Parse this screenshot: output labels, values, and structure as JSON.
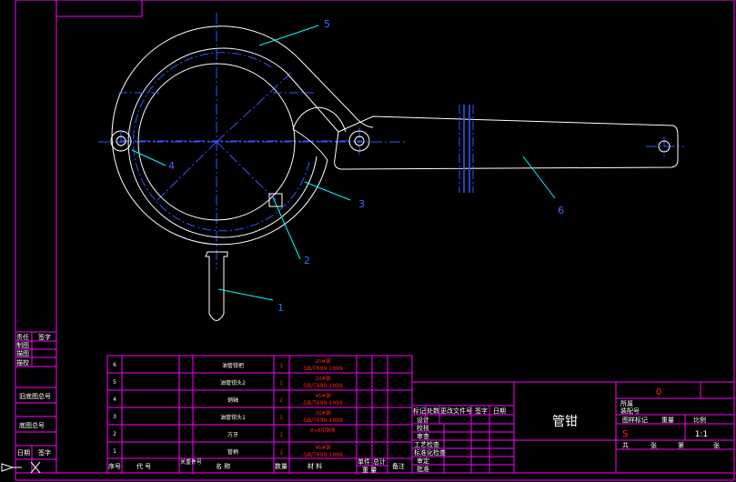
{
  "drawing": {
    "title": "管钳",
    "sheet_mark": "0",
    "stage_mark": "S",
    "scale": "1:1",
    "callouts": [
      "1",
      "2",
      "3",
      "4",
      "5",
      "6"
    ]
  },
  "colors": {
    "frame": "#ff00ff",
    "part": "#ffffff",
    "center": "#3355ff",
    "leader": "#00ffff",
    "callout_text": "#4466ff",
    "red": "#ff2222",
    "bg": "#000000"
  },
  "left_sidebar": {
    "rows": [
      "责任",
      "签字",
      "制图",
      "描图",
      "描校",
      "旧底图总号",
      "底图总号",
      "日期",
      "签字"
    ]
  },
  "bom": {
    "headers": {
      "seq": "序号",
      "code": "代 号",
      "association": "关重件号",
      "name": "名 称",
      "qty": "数量",
      "material": "材 料",
      "unit": "单件",
      "total": "总计",
      "weight": "重 量",
      "note": "备注"
    },
    "rows": [
      {
        "seq": "6",
        "name": "油管钳把",
        "qty": "1",
        "mat1": "20#钢",
        "mat2": "GB/T699-1999"
      },
      {
        "seq": "5",
        "name": "油管钳头2",
        "qty": "1",
        "mat1": "20#钢",
        "mat2": "GB/T699-1999"
      },
      {
        "seq": "4",
        "name": "销轴",
        "qty": "2",
        "mat1": "45#钢",
        "mat2": "GB/T699-1999"
      },
      {
        "seq": "3",
        "name": "油管钳头1",
        "qty": "1",
        "mat1": "20#钢",
        "mat2": "GB/T699-1999"
      },
      {
        "seq": "2",
        "name": "方牙",
        "qty": "1",
        "mat1": "8×8扣钢条",
        "mat2": ""
      },
      {
        "seq": "1",
        "name": "管柄",
        "qty": "1",
        "mat1": "45#钢",
        "mat2": "GB/T699-1999"
      }
    ]
  },
  "title_block": {
    "rev_headers": [
      "标记",
      "处数",
      "更改文件号",
      "签字",
      "日期"
    ],
    "roles": [
      "设计",
      "校核",
      "审查",
      "工艺检查",
      "标准化检查",
      "审定",
      "批准"
    ],
    "fields": {
      "belong": "所属",
      "assembly": "装配号",
      "stage": "图样标记",
      "weight": "重量",
      "scale": "比例",
      "total": "共",
      "sheets": "张",
      "sheet_no": "第",
      "sheet_unit": "张"
    }
  }
}
